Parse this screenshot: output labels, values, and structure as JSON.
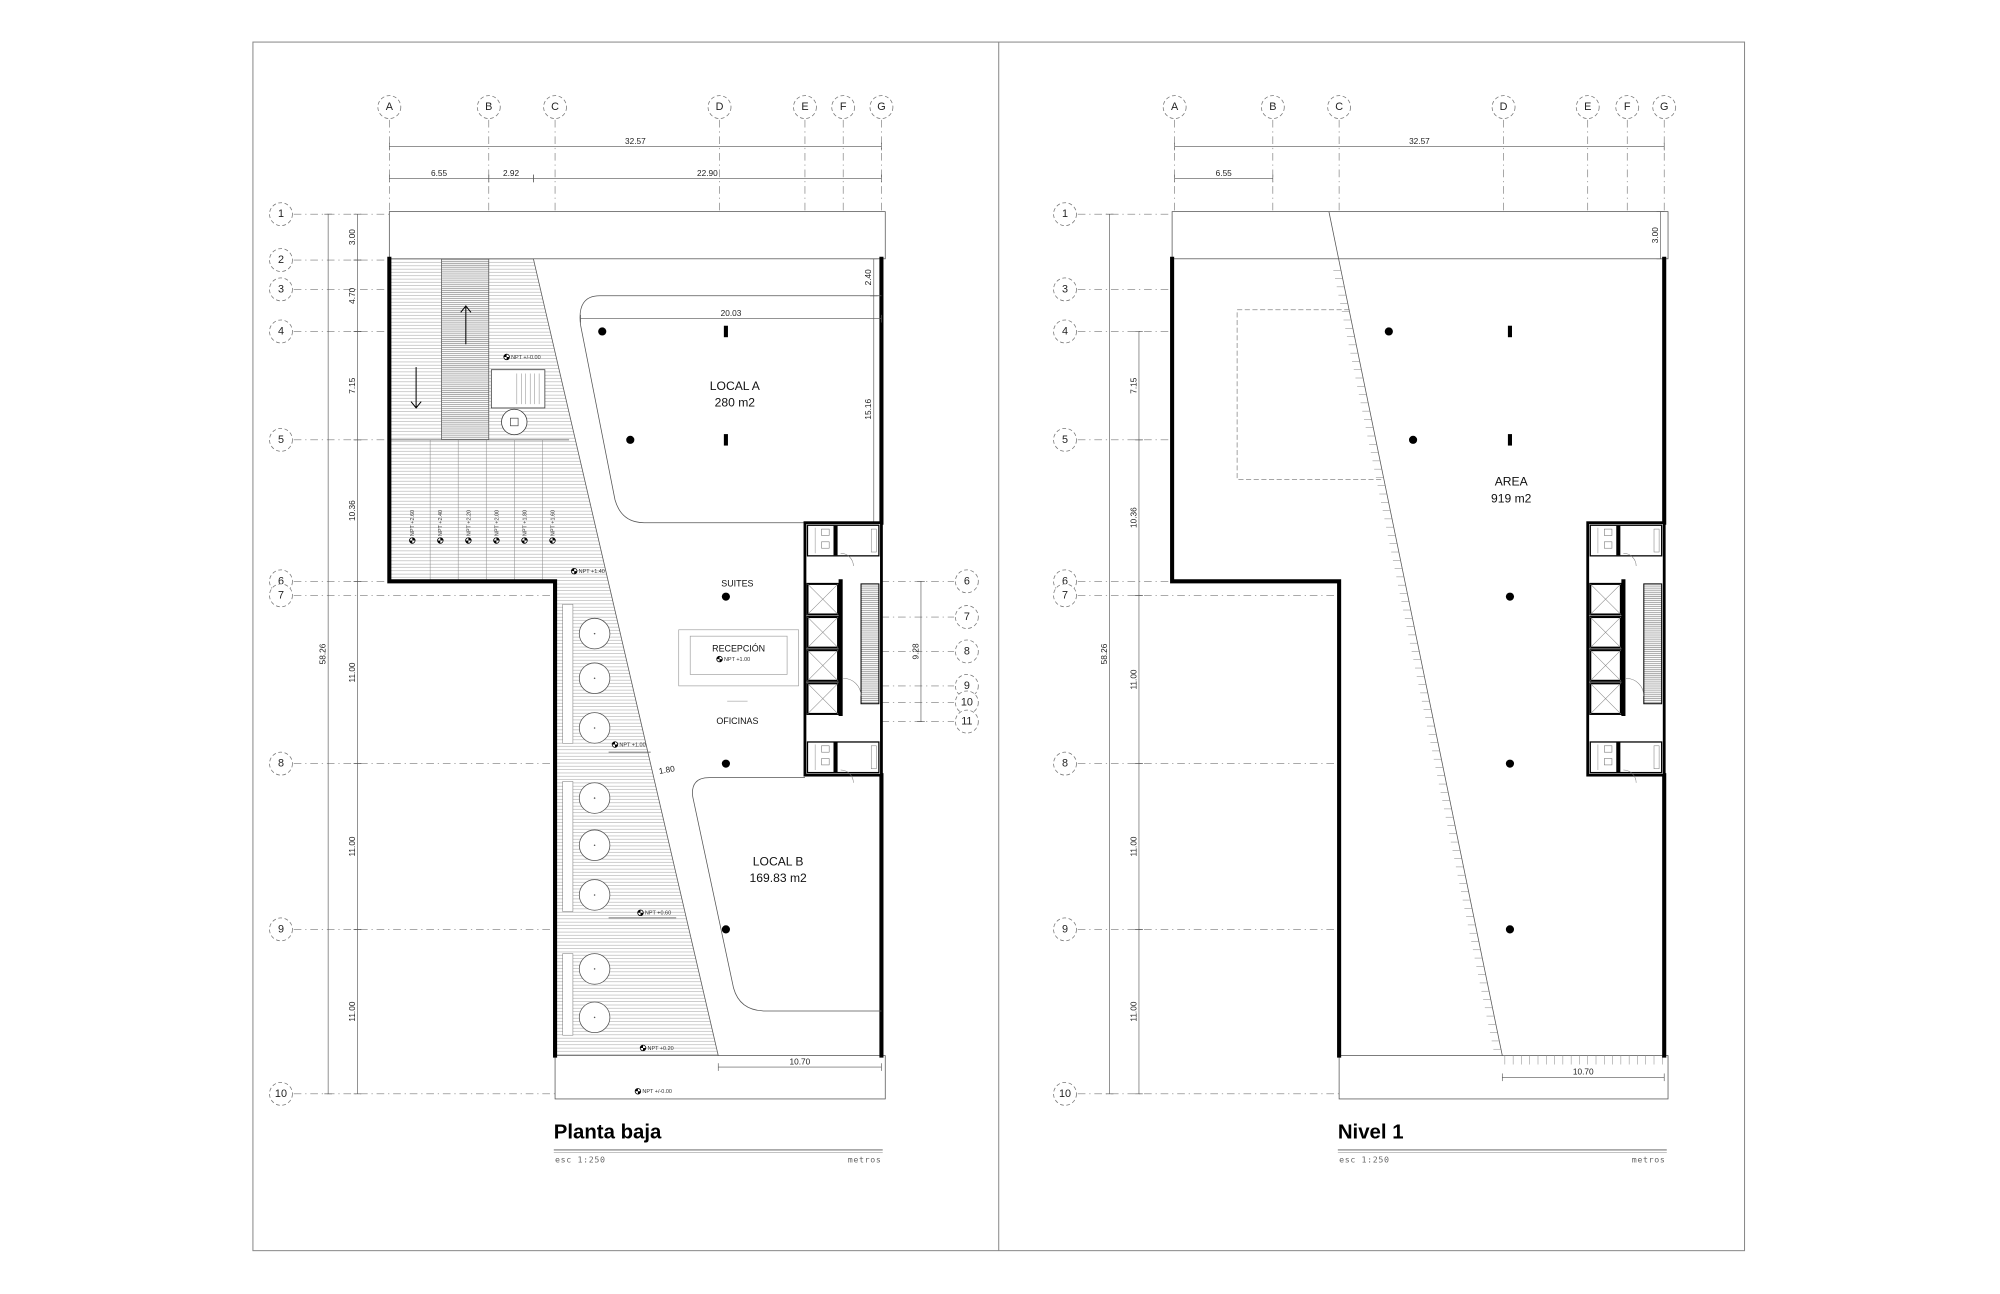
{
  "plans": [
    {
      "title": "Planta baja",
      "scale": "esc 1:250",
      "units": "metros",
      "grid_columns": [
        "A",
        "B",
        "C",
        "D",
        "E",
        "F",
        "G"
      ],
      "grid_rows": [
        "1",
        "2",
        "3",
        "4",
        "5",
        "6",
        "7",
        "8",
        "9",
        "10"
      ],
      "core_rows": [
        "6",
        "7",
        "8",
        "9",
        "10",
        "11"
      ],
      "dimensions": {
        "total_width": "32.57",
        "a_b": "6.55",
        "b_c": "2.92",
        "c_g": "22.90",
        "total_height": "58.26",
        "segments": [
          "3.00",
          "4.70",
          "7.15",
          "10.36",
          "11.00",
          "11.00",
          "11.00"
        ],
        "local_a_width": "20.03",
        "local_a_depth": "15.16",
        "setback": "2.40",
        "core_span": "9.28",
        "ramp_width": "1.80",
        "bottom_width": "10.70"
      },
      "rooms": {
        "local_a": {
          "name": "LOCAL A",
          "area": "280 m2"
        },
        "local_b": {
          "name": "LOCAL B",
          "area": "169.83 m2"
        },
        "suites": "SUITES",
        "reception": "RECEPCIÓN",
        "reception_level": "NPT +1.00",
        "offices": "OFICINAS"
      },
      "levels": {
        "stair": "NPT +/-0.00",
        "parking": [
          "NPT +2.60",
          "NPT +2.40",
          "NPT +2.20",
          "NPT +2.00",
          "NPT +1.80",
          "NPT +1.60"
        ],
        "ramp": [
          "NPT +1.40",
          "NPT +1.00",
          "NPT +0.60",
          "NPT +0.20"
        ],
        "street": "NPT +/-0.00"
      }
    },
    {
      "title": "Nivel 1",
      "scale": "esc 1:250",
      "units": "metros",
      "grid_columns": [
        "A",
        "B",
        "C",
        "D",
        "E",
        "F",
        "G"
      ],
      "grid_rows": [
        "1",
        "3",
        "4",
        "5",
        "6",
        "7",
        "8",
        "9",
        "10"
      ],
      "dimensions": {
        "total_width": "32.57",
        "a_b": "6.55",
        "top_band": "3.00",
        "total_height": "58.26",
        "segments": [
          "7.15",
          "10.36",
          "11.00",
          "11.00",
          "11.00"
        ],
        "bottom_width": "10.70"
      },
      "rooms": {
        "area": {
          "name": "AREA",
          "area": "919 m2"
        }
      }
    }
  ]
}
